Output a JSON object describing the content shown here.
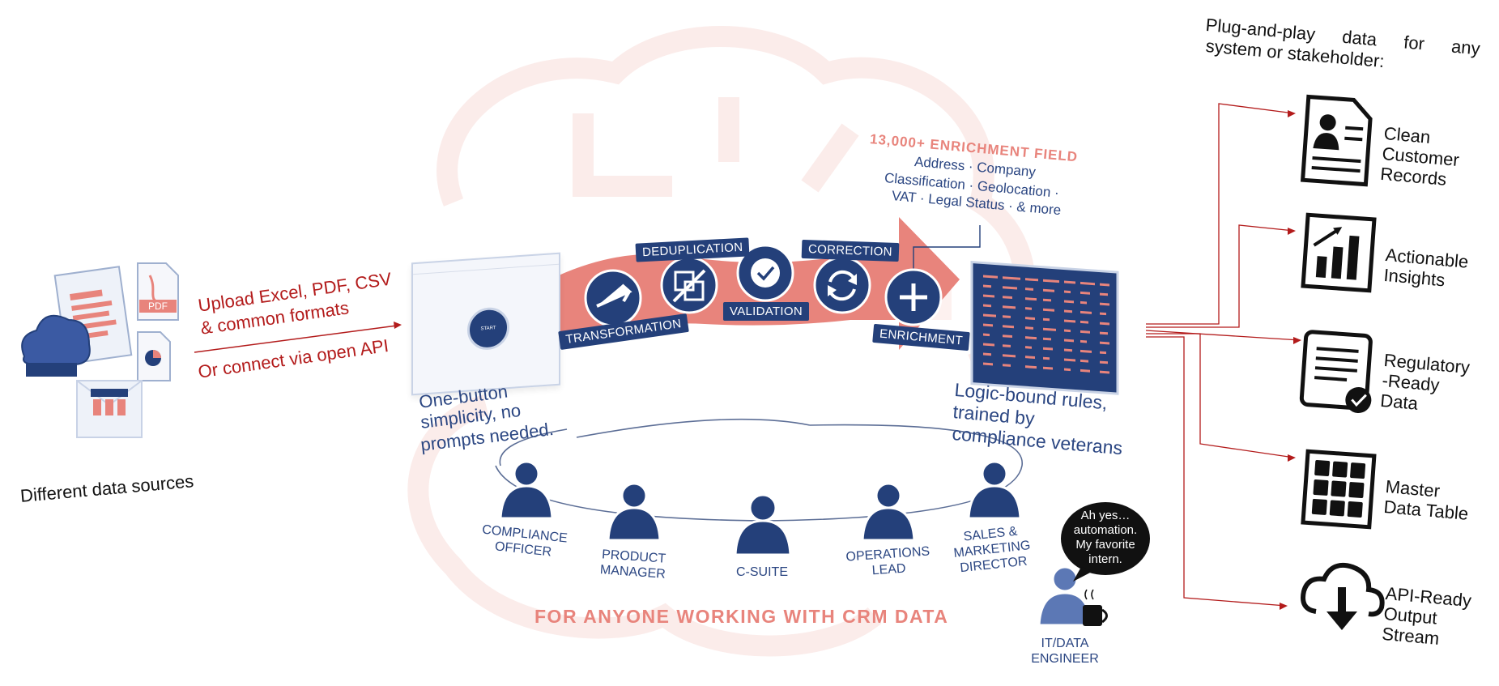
{
  "sources": {
    "label": "Different data sources",
    "upload_text_1": "Upload Excel, PDF, CSV",
    "upload_text_2": "& common formats",
    "api_text": "Or connect via open API",
    "pdf_tag": "PDF"
  },
  "ui_mock": {
    "button_label": "START",
    "caption_1": "One-button",
    "caption_2": "simplicity, no",
    "caption_3": "prompts needed."
  },
  "pipeline": {
    "steps": [
      "TRANSFORMATION",
      "DEDUPLICATION",
      "VALIDATION",
      "CORRECTION",
      "ENRICHMENT"
    ]
  },
  "enrichment": {
    "heading": "13,000+ ENRICHMENT FIELD",
    "line_1": "Address · Company",
    "line_2": "Classification · Geolocation ·",
    "line_3": "VAT · Legal Status · & more"
  },
  "rules": {
    "caption_1": "Logic-bound rules,",
    "caption_2": "trained by",
    "caption_3": "compliance veterans"
  },
  "roles": [
    {
      "line1": "COMPLIANCE",
      "line2": "OFFICER"
    },
    {
      "line1": "PRODUCT",
      "line2": "MANAGER"
    },
    {
      "line1": "C-SUITE",
      "line2": ""
    },
    {
      "line1": "OPERATIONS",
      "line2": "LEAD"
    },
    {
      "line1": "SALES &",
      "line2": "MARKETING",
      "line3": "DIRECTOR"
    }
  ],
  "engineer": {
    "line1": "IT/DATA",
    "line2": "ENGINEER",
    "bubble": [
      "Ah yes…",
      "automation.",
      "My favorite",
      "intern."
    ]
  },
  "audience_banner": "FOR ANYONE WORKING WITH CRM DATA",
  "outputs": {
    "heading_1": "Plug-and-play data for any",
    "heading_2": "system or stakeholder:",
    "items": [
      {
        "lines": [
          "Clean",
          "Customer",
          "Records"
        ],
        "icon": "document-user-icon"
      },
      {
        "lines": [
          "Actionable",
          "Insights"
        ],
        "icon": "bar-chart-icon"
      },
      {
        "lines": [
          "Regulatory",
          "-Ready",
          "Data"
        ],
        "icon": "certified-document-icon"
      },
      {
        "lines": [
          "Master",
          "Data Table"
        ],
        "icon": "grid-table-icon"
      },
      {
        "lines": [
          "API-Ready",
          "Output",
          "Stream"
        ],
        "icon": "cloud-download-icon"
      }
    ]
  },
  "colors": {
    "navy": "#24407a",
    "salmon": "#e8847c",
    "red": "#b31b1b",
    "black": "#111111"
  }
}
